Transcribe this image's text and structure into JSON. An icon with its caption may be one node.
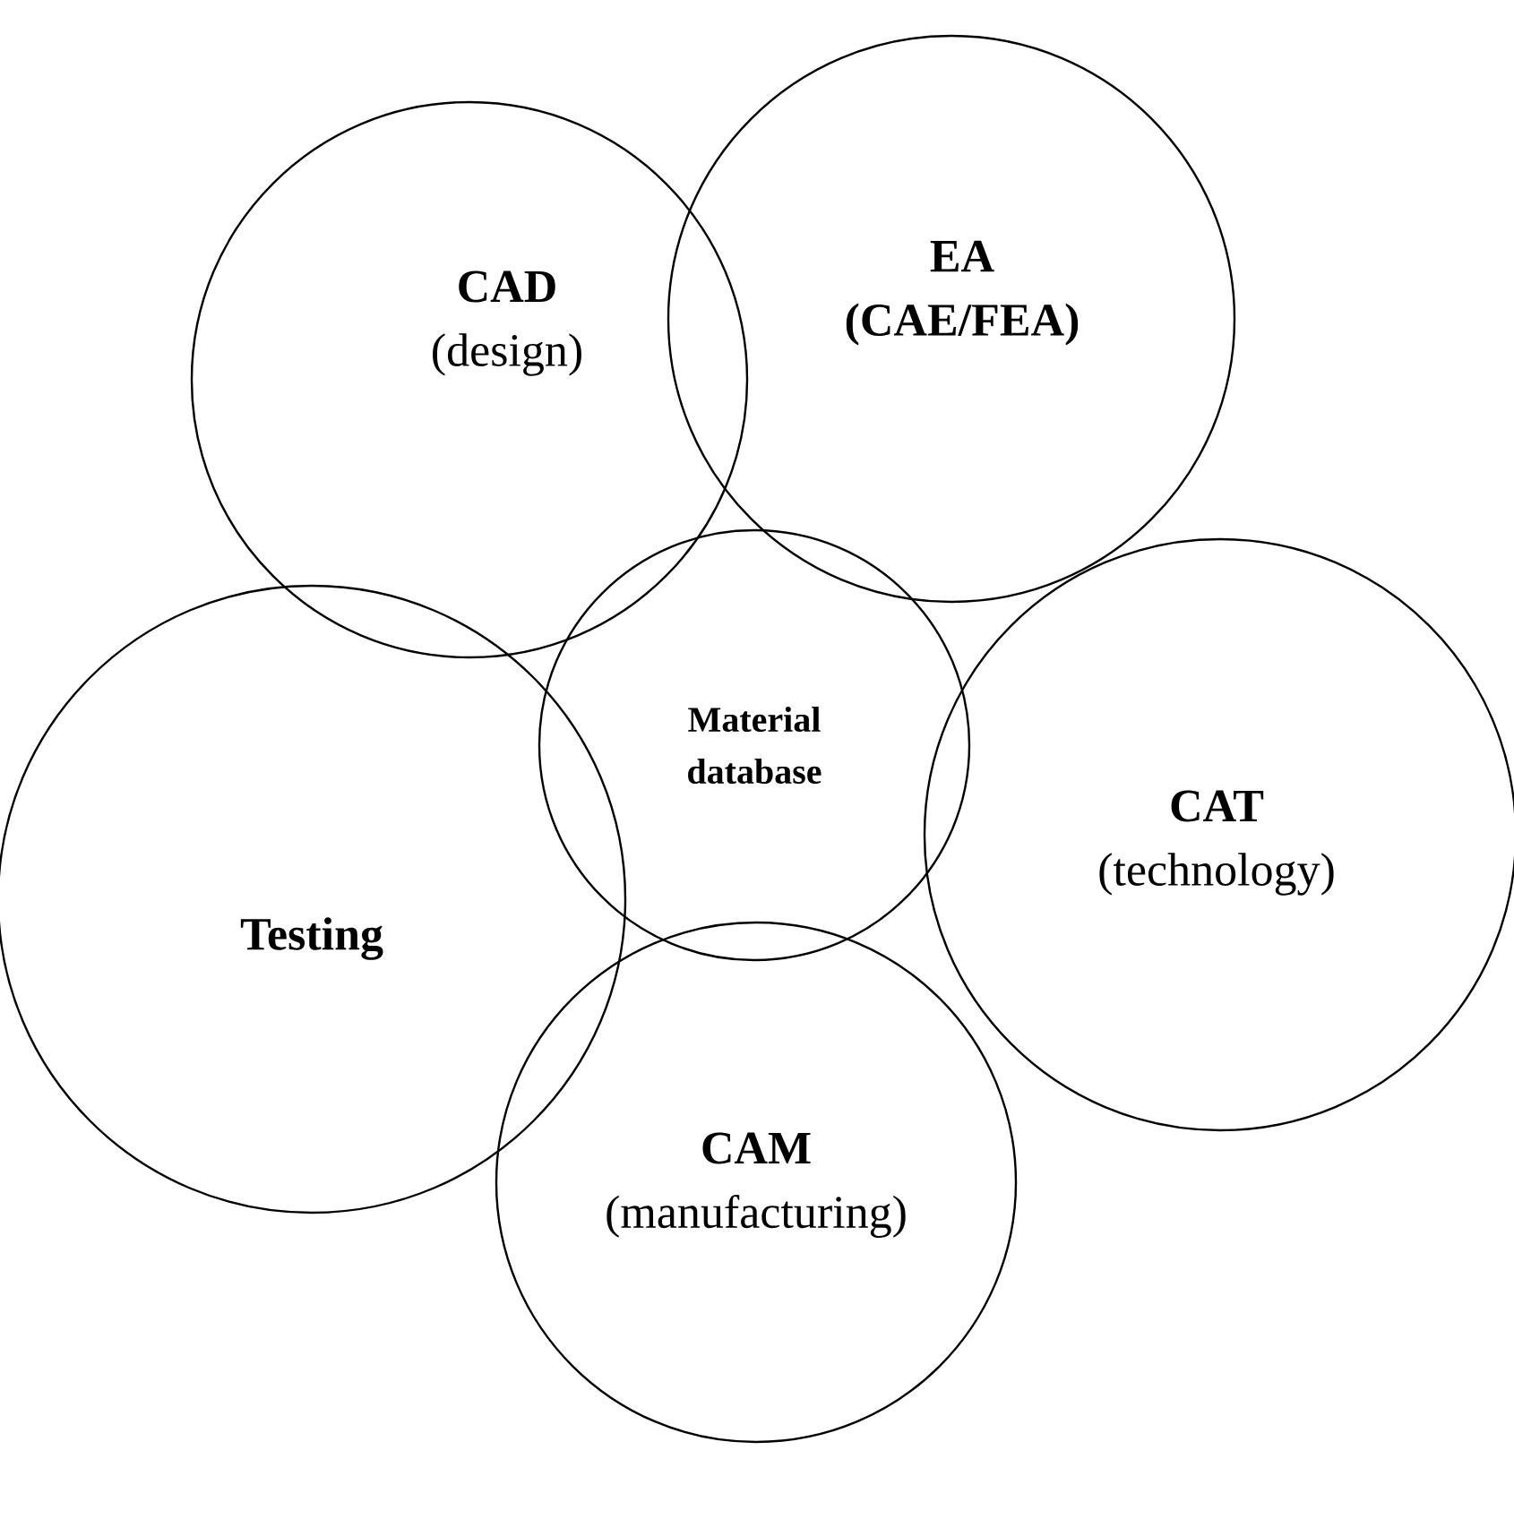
{
  "diagram": {
    "nodes": [
      {
        "text": [
          "CAD",
          "(design)"
        ]
      },
      {
        "text": [
          "EA",
          "(CAE/FEA)"
        ]
      },
      {
        "text": [
          "Material database"
        ]
      },
      {
        "text": [
          "CAT",
          "(technology)"
        ]
      },
      {
        "text": [
          "Testing"
        ]
      },
      {
        "text": [
          "CAM",
          "(manufacturing)"
        ]
      }
    ]
  }
}
